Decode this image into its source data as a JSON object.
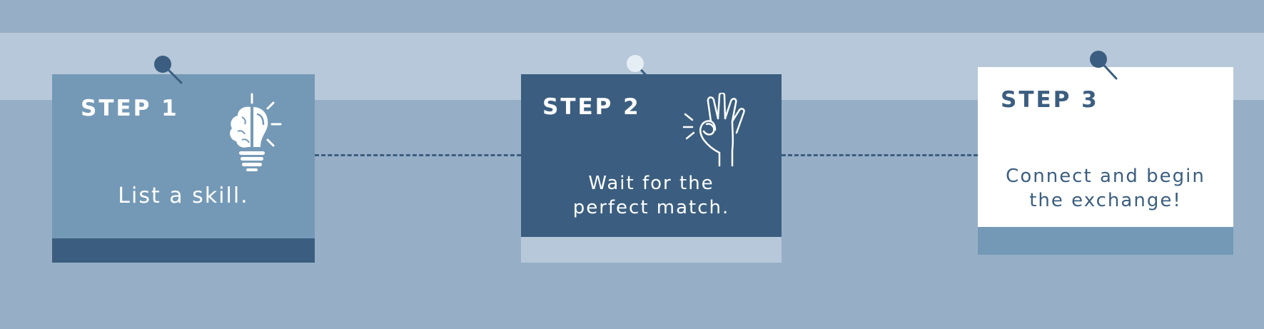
{
  "steps": [
    {
      "title": "STEP 1",
      "text": "List a skill.",
      "icon": "lightbulb-brain-icon"
    },
    {
      "title": "STEP 2",
      "text_lines": [
        "Wait for the",
        "perfect match."
      ],
      "icon": "ok-hand-icon"
    },
    {
      "title": "STEP 3",
      "text_lines": [
        "Connect and begin",
        "the exchange!"
      ]
    }
  ],
  "colors": {
    "background": "#96afc6",
    "band": "#b7c8da",
    "card1": "#7499b6",
    "card1_foot": "#3b5e80",
    "card2": "#3b5e80",
    "card2_foot": "#b7c8da",
    "card3": "#ffffff",
    "card3_foot": "#7499b6",
    "dark_blue": "#3b5e80"
  }
}
